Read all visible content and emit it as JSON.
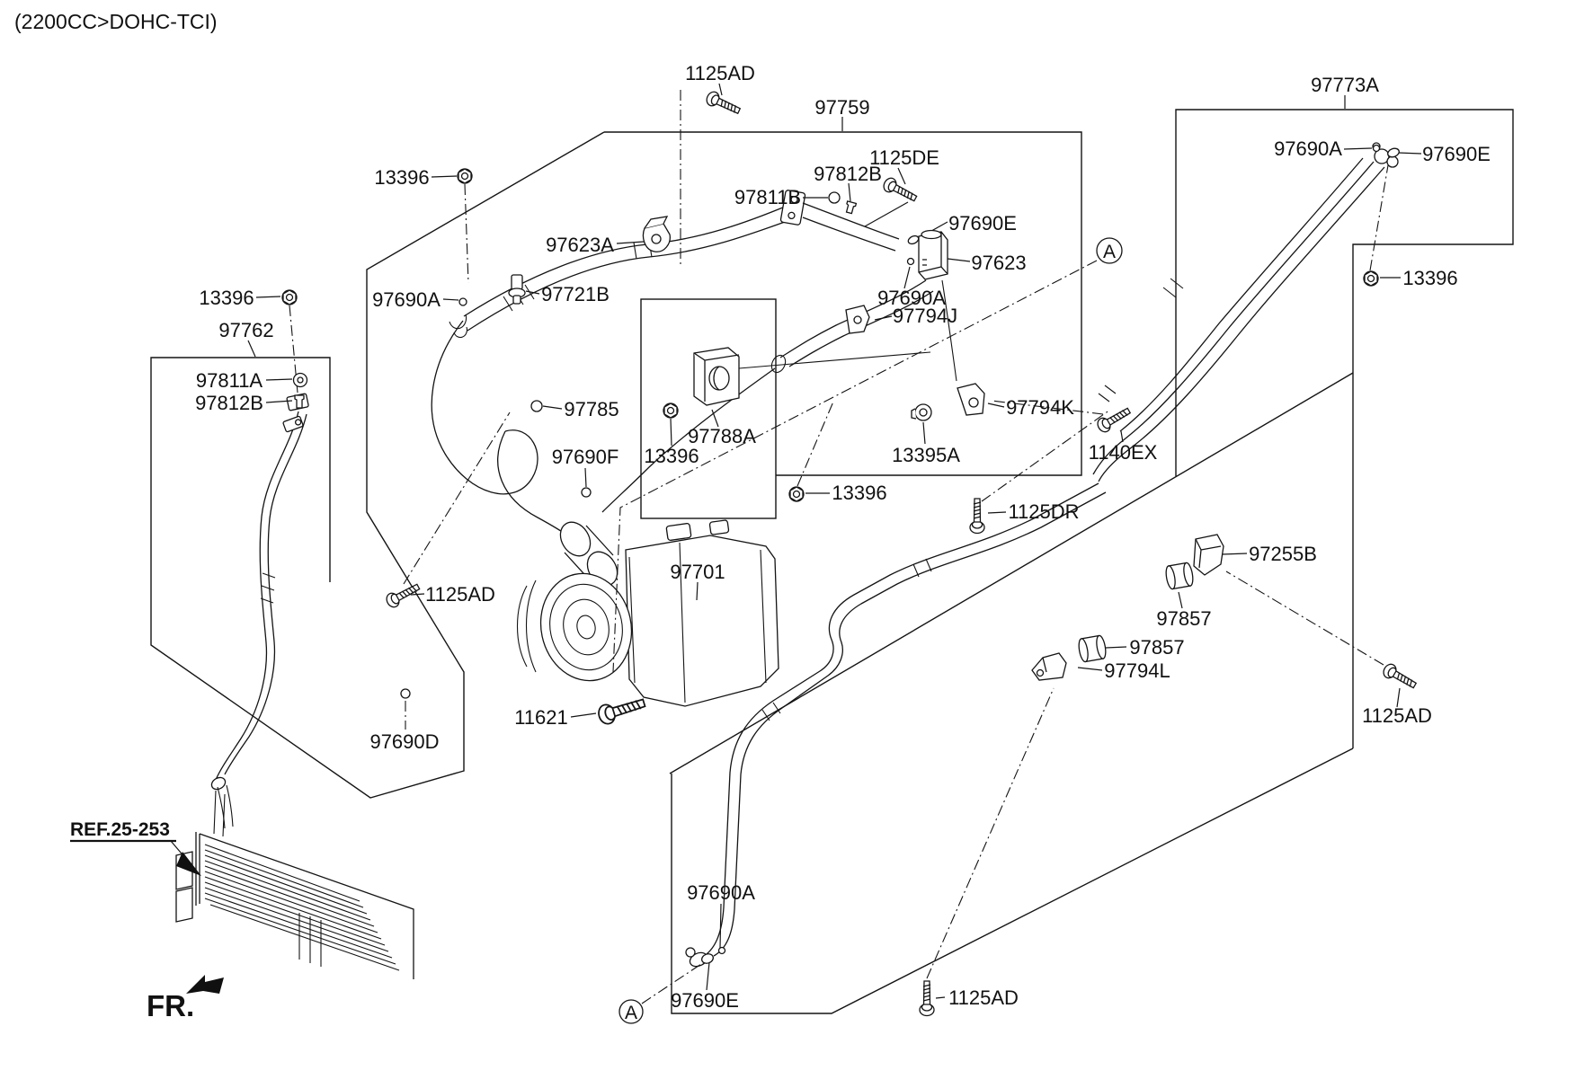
{
  "title": "(2200CC>DOHC-TCI)",
  "footer": {
    "fr": "FR.",
    "ref": "REF.25-253"
  },
  "markers": {
    "top": "A",
    "bottom": "A"
  },
  "labels": {
    "bolt_1125ad_top": "1125AD",
    "hose_assy_97759": "97759",
    "bolt_1125de": "1125DE",
    "valve_97812b_top": "97812B",
    "grommet_97811b": "97811B",
    "nut_13396_top": "13396",
    "clamp_97623a": "97623A",
    "oring_97690e_mid": "97690E",
    "valve_97623": "97623",
    "pipe_assy_97773a": "97773A",
    "oring_97690a_right": "97690A",
    "oring_97690e_right": "97690E",
    "nut_13396_right": "13396",
    "nut_13396_left": "13396",
    "hose_assy_97762": "97762",
    "oring_97690a_midleft": "97690A",
    "sensor_97721b": "97721B",
    "oring_97690a_center": "97690A",
    "bracket_97794j": "97794J",
    "grommet_97811a": "97811A",
    "valve_97812b_left": "97812B",
    "oring_97785": "97785",
    "mount_97788a": "97788A",
    "nut_13396_center": "13396",
    "oring_97690f": "97690F",
    "grommet_13395a": "13395A",
    "bracket_97794k": "97794K",
    "bolt_1140ex": "1140EX",
    "nut_13396_bottom": "13396",
    "bolt_1125dr": "1125DR",
    "bolt_1125ad_left": "1125AD",
    "compressor_97701": "97701",
    "clamp_97255b": "97255B",
    "bushing_97857_upper": "97857",
    "bushing_97857_lower": "97857",
    "bracket_97794l": "97794L",
    "bolt_11621": "11621",
    "oring_97690d": "97690D",
    "bolt_1125ad_right": "1125AD",
    "oring_97690a_bottom": "97690A",
    "oring_97690e_bottom": "97690E",
    "bolt_1125ad_bottom": "1125AD"
  }
}
